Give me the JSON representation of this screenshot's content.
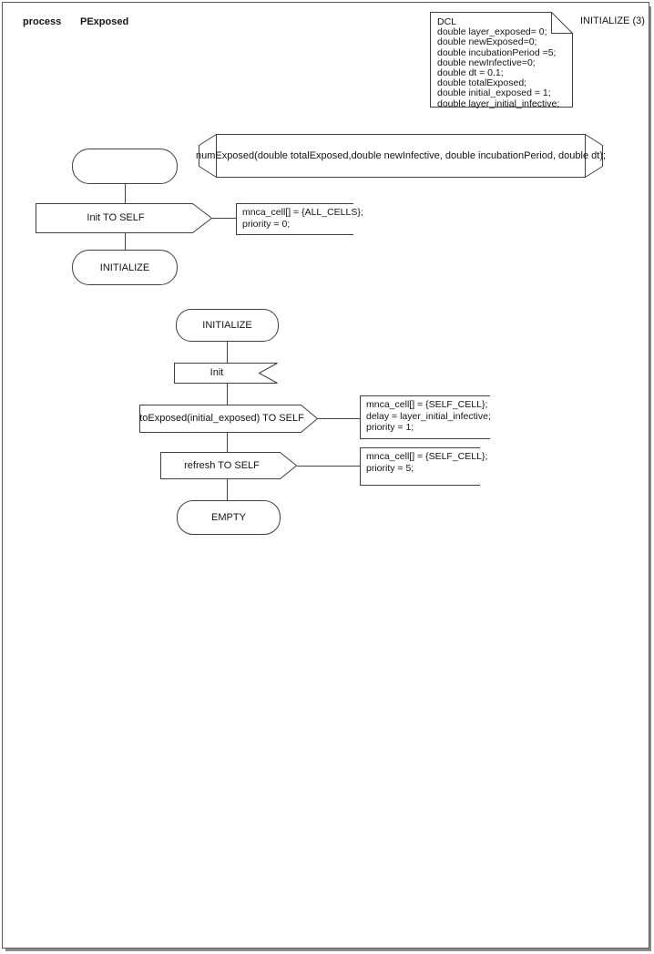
{
  "header": {
    "kind_label": "process",
    "process_name": "PExposed",
    "page_label": "INITIALIZE (3)"
  },
  "dcl": {
    "lines": [
      "DCL",
      "double layer_exposed= 0;",
      "double newExposed=0;",
      "double incubationPeriod =5;",
      "double newInfective=0;",
      "double dt = 0.1;",
      "double totalExposed;",
      "double initial_exposed = 1;",
      "double layer_initial_infective;"
    ]
  },
  "signal_declaration": {
    "text": "numExposed(double totalExposed,double newInfective, double incubationPeriod, double dt);"
  },
  "flow1": {
    "output_init": "Init TO SELF",
    "comment1": [
      "mnca_cell[] = {ALL_CELLS};",
      "priority = 0;"
    ],
    "next_state": "INITIALIZE"
  },
  "flow2": {
    "state": "INITIALIZE",
    "input_signal": "Init",
    "output_toexposed": "toExposed(initial_exposed) TO SELF",
    "comment2": [
      "mnca_cell[] = {SELF_CELL};",
      "delay = layer_initial_infective;",
      "priority = 1;"
    ],
    "output_refresh": "refresh TO SELF",
    "comment3": [
      "mnca_cell[] = {SELF_CELL};",
      "priority = 5;"
    ],
    "end_state": "EMPTY"
  },
  "colors": {
    "stroke": "#3f3f3f",
    "text": "#141414",
    "page_border": "#5a5a5a",
    "page_shadow": "#8c8c8c"
  }
}
